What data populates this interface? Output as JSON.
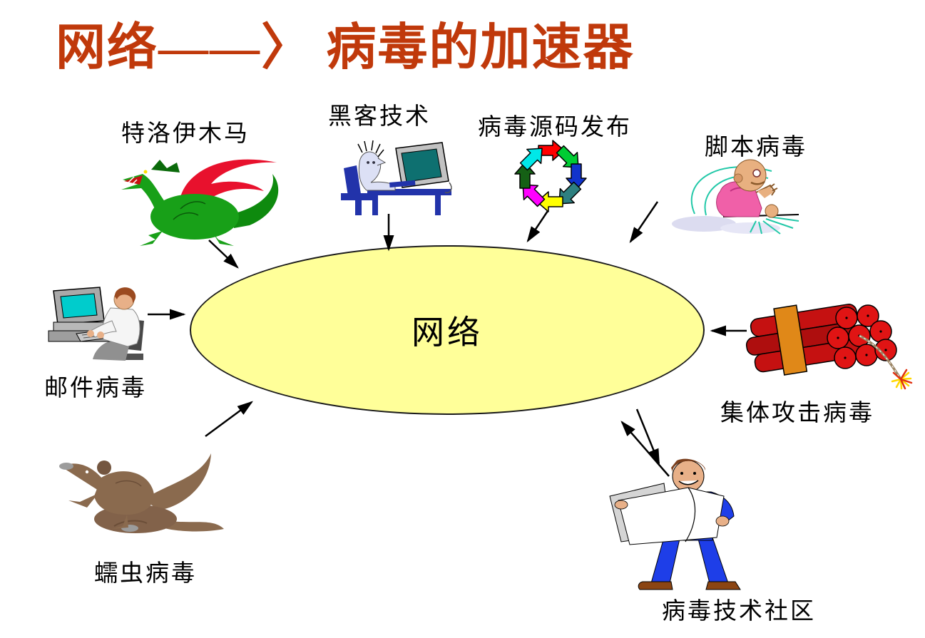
{
  "title": {
    "text": "网络——〉 病毒的加速器",
    "color": "#C0390B"
  },
  "network_ellipse": {
    "label": "网络",
    "fill_color": "#FFFF99"
  },
  "nodes": {
    "trojan": {
      "label": "特洛伊木马",
      "icon": "green-dragon-icon"
    },
    "hacker": {
      "label": "黑客技术",
      "icon": "hacker-at-computer-icon"
    },
    "source": {
      "label": "病毒源码发布",
      "icon": "colored-arrow-ring-icon"
    },
    "script": {
      "label": "脚本病毒",
      "icon": "man-pounding-table-icon"
    },
    "email": {
      "label": "邮件病毒",
      "icon": "man-typing-computer-icon"
    },
    "mass_attack": {
      "label": "集体攻击病毒",
      "icon": "dynamite-bundle-icon"
    },
    "worm": {
      "label": "蠕虫病毒",
      "icon": "brown-rat-icon"
    },
    "community": {
      "label": "病毒技术社区",
      "icon": "man-reading-newspaper-icon"
    }
  },
  "connections": [
    {
      "from": "trojan",
      "to": "network",
      "direction": "in"
    },
    {
      "from": "hacker",
      "to": "network",
      "direction": "in"
    },
    {
      "from": "source",
      "to": "network",
      "direction": "in"
    },
    {
      "from": "script",
      "to": "network",
      "direction": "in"
    },
    {
      "from": "email",
      "to": "network",
      "direction": "in"
    },
    {
      "from": "mass_attack",
      "to": "network",
      "direction": "in"
    },
    {
      "from": "worm",
      "to": "network",
      "direction": "in"
    },
    {
      "from": "community",
      "to": "network",
      "direction": "both"
    }
  ]
}
